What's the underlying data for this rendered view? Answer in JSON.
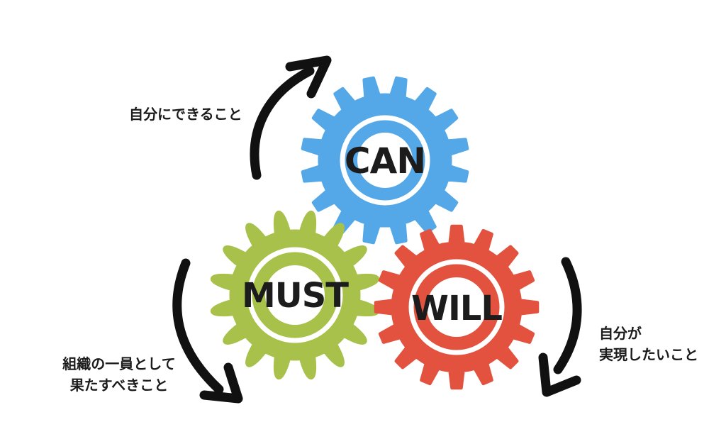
{
  "colors": {
    "background": "#ffffff",
    "can_gear": "#55a8e8",
    "must_gear": "#a8c14a",
    "will_gear": "#e2523f",
    "ring": "#ffffff",
    "gear_text": "#1c1c1c",
    "arrow": "#111111",
    "annotation_text": "#1b1b1b"
  },
  "gears": {
    "can": {
      "label": "CAN"
    },
    "must": {
      "label": "MUST"
    },
    "will": {
      "label": "WILL"
    }
  },
  "annotations": {
    "can": {
      "line1": "自分にできること"
    },
    "must": {
      "line1": "組織の一員として",
      "line2": "果たすべきこと"
    },
    "will": {
      "line1": "自分が",
      "line2": "実現したいこと"
    }
  }
}
